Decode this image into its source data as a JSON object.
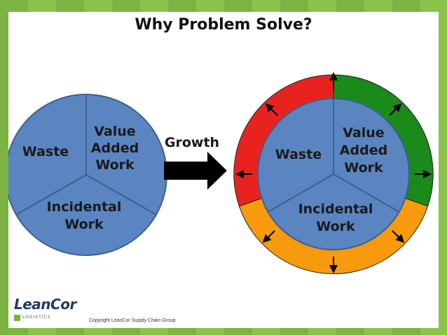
{
  "slide": {
    "title": "Why Problem Solve?",
    "growth_label": "Growth",
    "copyright": "Copyright LeanCor Supply Chain Group"
  },
  "left_pie": {
    "segments": [
      {
        "lines": [
          "Waste"
        ]
      },
      {
        "lines": [
          "Value",
          "Added",
          "Work"
        ]
      },
      {
        "lines": [
          "Incidental",
          "Work"
        ]
      }
    ]
  },
  "right_pie": {
    "segments": [
      {
        "lines": [
          "Waste"
        ]
      },
      {
        "lines": [
          "Value",
          "Added",
          "Work"
        ]
      },
      {
        "lines": [
          "Incidental",
          "Work"
        ]
      }
    ],
    "ring_colors": {
      "waste": "#e8231f",
      "value_added": "#1a8a1a",
      "incidental": "#f79a0e"
    }
  },
  "colors": {
    "pie_fill": "#5b85c1",
    "pie_stroke": "#3d5f8f",
    "arrow": "#000000",
    "text": "#1a1a1a",
    "background_green": "#7cb342"
  },
  "logo": {
    "name": "LeanCor",
    "sub": "LOGISTICS"
  }
}
